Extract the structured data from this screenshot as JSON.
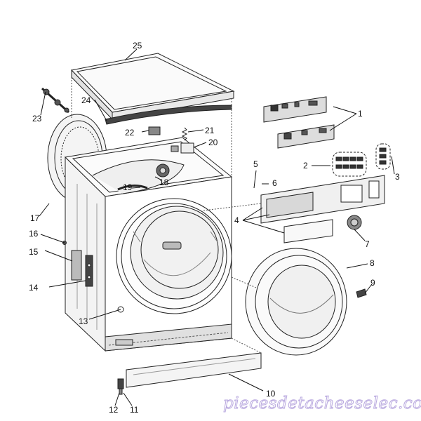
{
  "diagram": {
    "part_numbers": [
      "1",
      "2",
      "3",
      "4",
      "5",
      "6",
      "7",
      "8",
      "9",
      "10",
      "11",
      "12",
      "13",
      "14",
      "15",
      "16",
      "17",
      "18",
      "19",
      "20",
      "21",
      "22",
      "23",
      "24",
      "25"
    ]
  },
  "watermark": {
    "text": "piecesdetacheeselec.com",
    "color": "#b9a9df"
  },
  "colors": {
    "line": "#222222",
    "leader": "#111111",
    "dash": "#555555",
    "shade": "#d6d6d6",
    "dark": "#4a4a4a"
  }
}
